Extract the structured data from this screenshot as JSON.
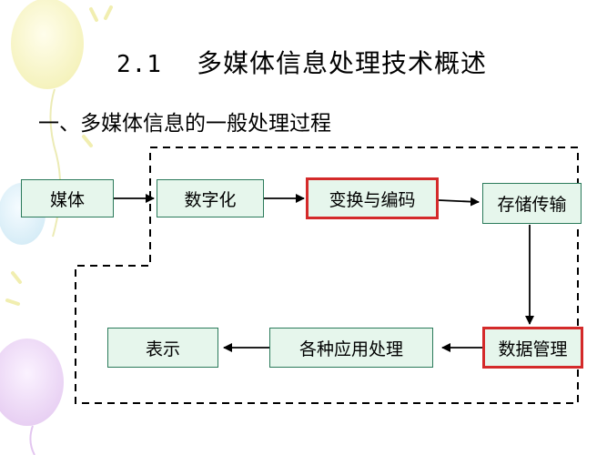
{
  "title": {
    "number": "2.1",
    "text": "多媒体信息处理技术概述"
  },
  "subtitle": "一、多媒体信息的一般处理过程",
  "nodes": {
    "media": "媒体",
    "digitize": "数字化",
    "transform": "变换与编码",
    "storage": "存储传输",
    "management": "数据管理",
    "applications": "各种应用处理",
    "display": "表示"
  },
  "colors": {
    "box_fill": "#e6f6ec",
    "box_border": "#2a7a5a",
    "highlight_border": "#d42a2a"
  }
}
